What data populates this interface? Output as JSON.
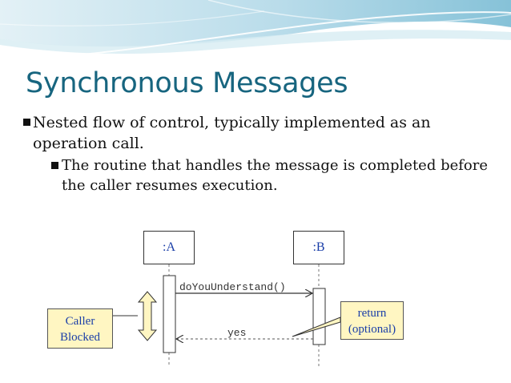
{
  "slide": {
    "title": "Synchronous Messages",
    "bullets": [
      {
        "text": "Nested flow of control, typically implemented as an operation call."
      },
      {
        "text": "The routine that handles the message is completed before the caller resumes execution."
      }
    ],
    "colors": {
      "title": "#17657f",
      "diagram_text": "#1a3ea8",
      "band_light": "#cfe7ef",
      "band_mid": "#a8d3e2",
      "band_dark": "#7fbcd2"
    }
  },
  "diagram": {
    "lifeline_a": ":A",
    "lifeline_b": ":B",
    "call_message": "doYouUnderstand()",
    "return_message": "yes",
    "caller_note": {
      "line1": "Caller",
      "line2": "Blocked"
    },
    "return_note": {
      "line1": "return",
      "line2": "(optional)"
    }
  }
}
